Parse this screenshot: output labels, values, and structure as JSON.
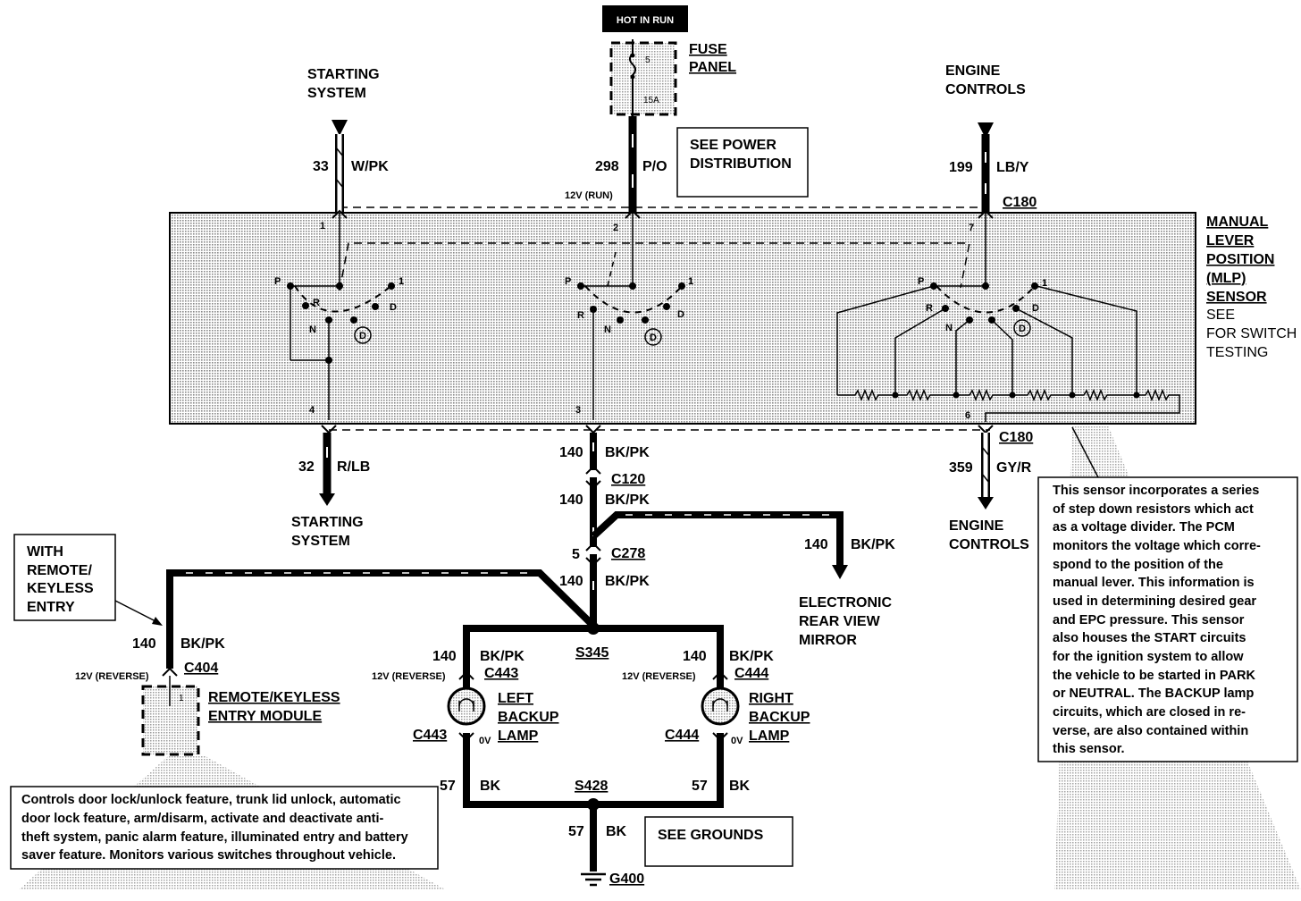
{
  "power": {
    "hot_in_run": "HOT IN RUN",
    "fuse_panel": [
      "FUSE",
      "PANEL"
    ],
    "fuse_number": "5",
    "fuse_rating": "15A",
    "see_power_distribution": [
      "SEE POWER",
      "DISTRIBUTION"
    ]
  },
  "top_circuits": {
    "starting": {
      "name": [
        "STARTING",
        "SYSTEM"
      ],
      "circuit": "33",
      "color": "W/PK"
    },
    "power": {
      "circuit": "298",
      "color": "P/O",
      "voltage": "12V (RUN)"
    },
    "engine": {
      "name": [
        "ENGINE",
        "CONTROLS"
      ],
      "circuit": "199",
      "color": "LB/Y",
      "connector": "C180"
    }
  },
  "mlp_sensor": {
    "title": [
      "MANUAL",
      "LEVER",
      "POSITION",
      "(MLP)",
      "SENSOR"
    ],
    "see": [
      "SEE",
      "FOR SWITCH",
      "TESTING"
    ],
    "pins": {
      "p1": "1",
      "p2": "2",
      "p3": "3",
      "p4": "4",
      "p6": "6",
      "p7": "7"
    },
    "positions": {
      "park": "P",
      "reverse": "R",
      "neutral": "N",
      "drive": "D",
      "d_circle": "D",
      "one": "1"
    }
  },
  "bottom_circuits": {
    "starting": {
      "name": [
        "STARTING",
        "SYSTEM"
      ],
      "circuit": "32",
      "color": "R/LB"
    },
    "engine": {
      "name": [
        "ENGINE",
        "CONTROLS"
      ],
      "circuit": "359",
      "color": "GY/R",
      "connector": "C180"
    },
    "backup_feed": {
      "circuit": "140",
      "color": "BK/PK"
    },
    "c120": "C120",
    "c278": "C278",
    "c278_pin": "5",
    "s345": "S345",
    "mirror": {
      "circuit": "140",
      "color": "BK/PK",
      "name": [
        "ELECTRONIC",
        "REAR VIEW",
        "MIRROR"
      ]
    }
  },
  "remote_keyless": {
    "with_box": [
      "WITH",
      "REMOTE/",
      "KEYLESS",
      "ENTRY"
    ],
    "circuit": "140",
    "color": "BK/PK",
    "voltage": "12V (REVERSE)",
    "connector": "C404",
    "pin": "1",
    "module": [
      "REMOTE/KEYLESS",
      "ENTRY MODULE"
    ],
    "note": [
      "Controls door lock/unlock feature, trunk lid unlock, automatic",
      "door lock feature, arm/disarm, activate and deactivate anti-",
      "theft system, panic alarm feature, illuminated entry and battery",
      "saver feature.  Monitors various switches throughout vehicle."
    ]
  },
  "lamps": {
    "left": {
      "circuit": "140",
      "color": "BK/PK",
      "voltage": "12V (REVERSE)",
      "connector": "C443",
      "name": [
        "LEFT",
        "BACKUP",
        "LAMP"
      ],
      "ground_voltage": "0V",
      "ground_circuit": "57",
      "ground_color": "BK"
    },
    "right": {
      "circuit": "140",
      "color": "BK/PK",
      "voltage": "12V (REVERSE)",
      "connector": "C444",
      "name": [
        "RIGHT",
        "BACKUP",
        "LAMP"
      ],
      "ground_voltage": "0V",
      "ground_circuit": "57",
      "ground_color": "BK"
    }
  },
  "ground": {
    "splice": "S428",
    "circuit": "57",
    "color": "BK",
    "see_grounds": "SEE GROUNDS",
    "ground": "G400"
  },
  "sensor_note": [
    "This sensor incorporates a series",
    "of step down resistors which act",
    "as a voltage divider. The PCM",
    "monitors the voltage which corre-",
    "spond to the position of the",
    "manual lever. This information is",
    "used in determining desired gear",
    "and EPC pressure. This sensor",
    "also houses the START circuits",
    "for the ignition system to allow",
    "the vehicle to be started in PARK",
    "or NEUTRAL. The BACKUP lamp",
    "circuits, which are closed in re-",
    "verse, are also contained within",
    "this sensor."
  ]
}
